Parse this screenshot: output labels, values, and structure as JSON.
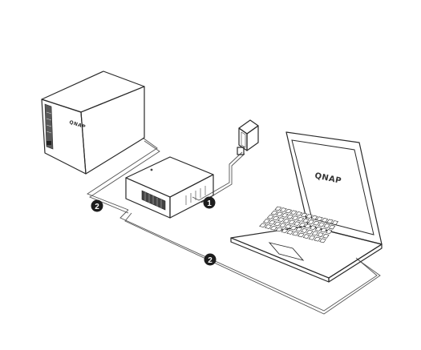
{
  "diagram": {
    "nas_logo": "QNAP",
    "laptop_screen_logo": "QNAP",
    "step_badges": [
      {
        "id": "badge-2-left",
        "label": "2"
      },
      {
        "id": "badge-1",
        "label": "1"
      },
      {
        "id": "badge-2-bottom",
        "label": "2"
      }
    ]
  }
}
